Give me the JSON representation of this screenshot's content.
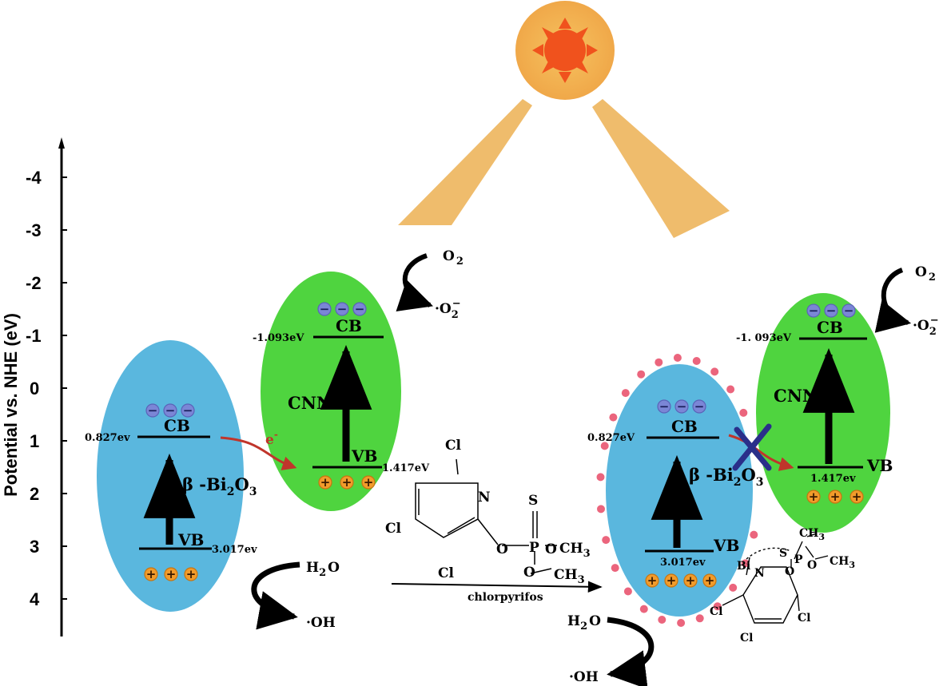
{
  "axis": {
    "label": "Potential vs. NHE (eV)",
    "ticks": [
      "-4",
      "-3",
      "-2",
      "-1",
      "0",
      "1",
      "2",
      "3",
      "4"
    ]
  },
  "left_panel": {
    "bi2o3": {
      "cb_label": "CB",
      "vb_label": "VB",
      "cb_value": "0.827ev",
      "vb_value": "3.017ev",
      "name_prefix": "β -Bi",
      "name_sub1": "2",
      "name_mid": "O",
      "name_sub2": "3"
    },
    "cnns": {
      "cb_label": "CB",
      "vb_label": "VB",
      "cb_value": "-1.093eV",
      "vb_value": "1.417eV",
      "name": "CNNs"
    },
    "electron_label": "e",
    "electron_sup": "-",
    "o2_label": "O",
    "o2_sub": "2",
    "superoxide_prefix": "·O",
    "superoxide_sub": "2",
    "superoxide_sup": "−",
    "h2o_label": "H",
    "h2o_sub": "2",
    "h2o_suffix": "O",
    "oh_label": "·OH"
  },
  "right_panel": {
    "bi2o3": {
      "cb_label": "CB",
      "vb_label": "VB",
      "cb_value": "0.827eV",
      "vb_value": "3.017ev",
      "name_prefix": "β -Bi",
      "name_sub1": "2",
      "name_mid": "O",
      "name_sub2": "3"
    },
    "cnns": {
      "cb_label": "CB",
      "vb_label": "VB",
      "cb_value": "-1. 093eV",
      "vb_value": "1.417ev",
      "name": "CNNs"
    },
    "o2_label": "O",
    "o2_sub": "2",
    "superoxide_prefix": "·O",
    "superoxide_sub": "2",
    "superoxide_sup": "−",
    "h2o_label": "H",
    "h2o_sub": "2",
    "h2o_suffix": "O",
    "oh_label": "·OH"
  },
  "molecule": {
    "atoms": {
      "cl": "Cl",
      "n": "N",
      "s": "S",
      "o": "O",
      "p": "P",
      "ch3": "CH",
      "ch3_sub": "3",
      "bi": "Bi"
    }
  },
  "reaction_arrow_label": "chlorpyrifos",
  "colors": {
    "bi2o3": "#5ab7de",
    "cnns": "#4fd43f",
    "sun_outer": "#f3b14c",
    "sun_core": "#f0521d",
    "beam": "#efbc6c",
    "hole": "#f19b2b",
    "electron": "#7b86d6",
    "red_arrow": "#c0352b",
    "cross": "#2a2f8a",
    "dots": "#e9546f"
  }
}
